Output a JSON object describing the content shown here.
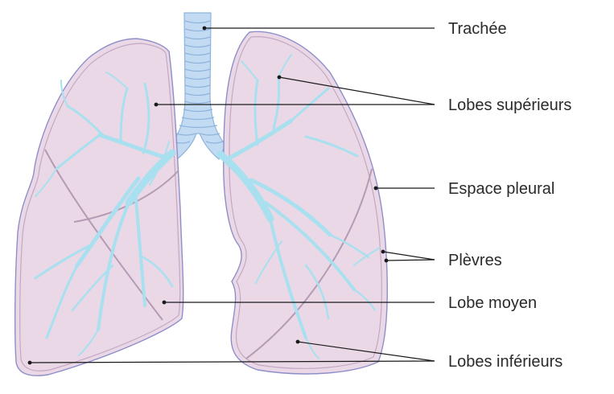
{
  "labels": {
    "trachea": "Trachée",
    "upper_lobes": "Lobes supérieurs",
    "pleural_space": "Espace pleural",
    "pleurae": "Plèvres",
    "middle_lobe": "Lobe moyen",
    "lower_lobes": "Lobes inférieurs"
  },
  "colors": {
    "lung_fill": "#ead8e6",
    "lung_outline": "#8e8fc9",
    "fissure": "#b59ab3",
    "bronchi": "#a8e0ef",
    "trachea_fill": "#c2dbf3",
    "trachea_ring": "#8fb4dc",
    "leader_line": "#1a1a1a",
    "label_text": "#2a2a2a"
  }
}
